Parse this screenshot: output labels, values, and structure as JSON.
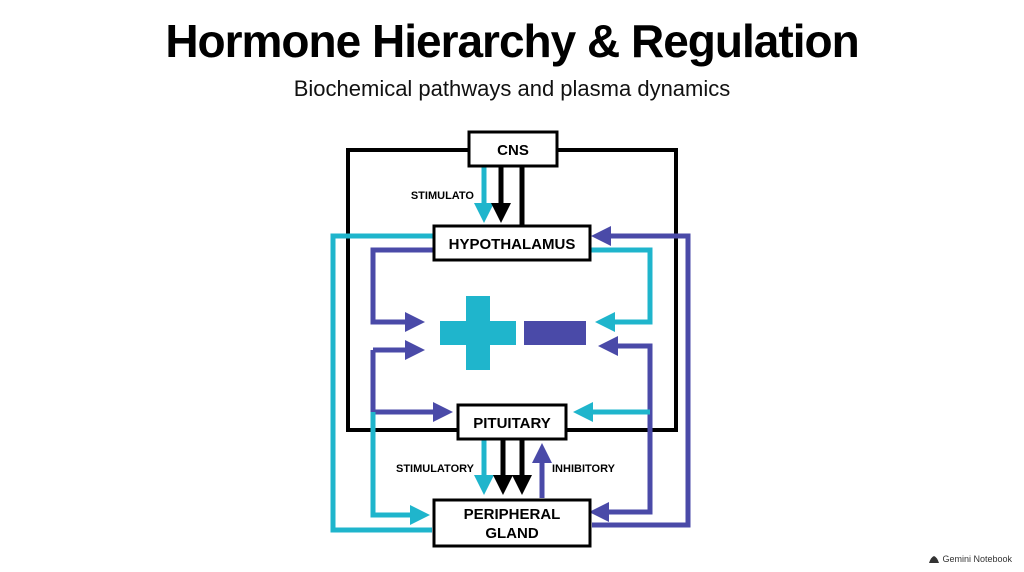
{
  "header": {
    "title": "Hormone Hierarchy & Regulation",
    "subtitle": "Biochemical pathways and plasma dynamics"
  },
  "nodes": {
    "cns": "CNS",
    "hypothalamus": "HYPOTHALAMUS",
    "pituitary": "PITUITARY",
    "peripheral_line1": "PERIPHERAL",
    "peripheral_line2": "GLAND"
  },
  "edge_labels": {
    "cns_to_hypothalamus": "STIMULATO",
    "pituitary_stimulatory": "STIMULATORY",
    "pituitary_inhibitory": "INHIBITORY"
  },
  "symbols": {
    "plus": "plus-sign-icon",
    "minus": "minus-sign-icon"
  },
  "colors": {
    "stimulatory": "#1fb5cc",
    "inhibitory": "#4a4aa8",
    "neutral": "#000000"
  },
  "footer": {
    "brand": "Gemini Notebook"
  }
}
